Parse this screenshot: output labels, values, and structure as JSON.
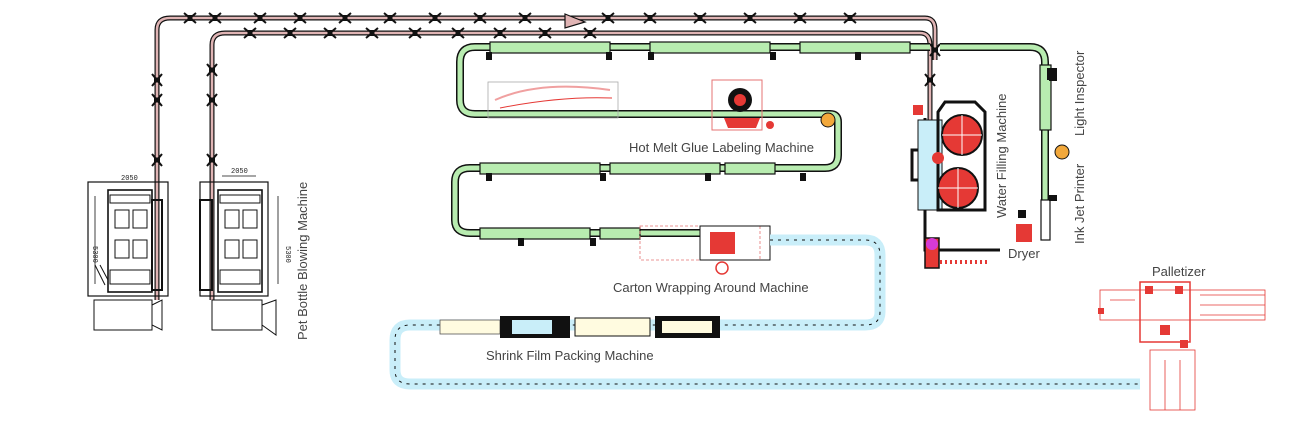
{
  "labels": {
    "hot_melt": "Hot Melt Glue Labeling Machine",
    "water_filling": "Water Filling Machine",
    "light_inspector": "Light Inspector",
    "ink_jet": "Ink Jet Printer",
    "dryer": "Dryer",
    "blowing": "Pet Bottle Blowing Machine",
    "carton": "Carton Wrapping Around Machine",
    "shrink": "Shrink Film Packing Machine",
    "palletizer": "Palletizer"
  },
  "dimensions": {
    "width_a": "2050",
    "width_b": "2050",
    "height_a": "5300",
    "height_b": "5300"
  },
  "colors": {
    "air_conveyor": "#e0b4b4",
    "bottle_conveyor": "#b8ecb0",
    "case_conveyor": "#c9eef9",
    "equipment": "#e53935",
    "outline": "#111111"
  }
}
